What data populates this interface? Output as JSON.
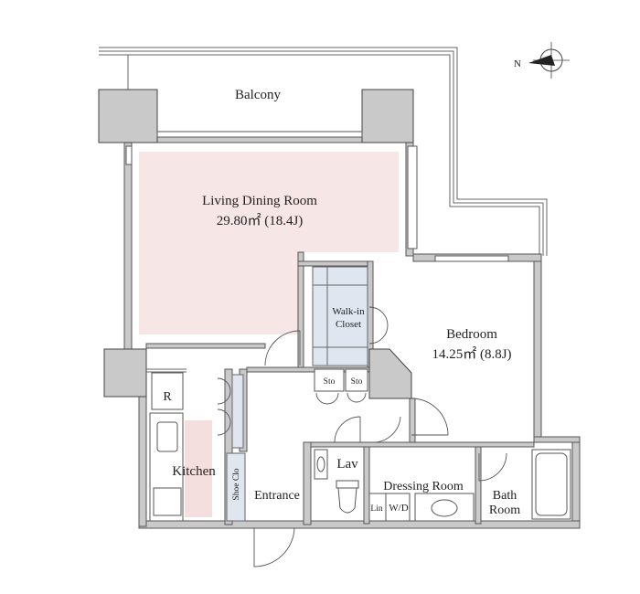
{
  "rooms": {
    "balcony": "Balcony",
    "ldr_name": "Living Dining Room",
    "ldr_area": "29.80㎡ (18.4J)",
    "bedroom_name": "Bedroom",
    "bedroom_area": "14.25㎡ (8.8J)",
    "walkin_line1": "Walk-in",
    "walkin_line2": "Closet",
    "sto1": "Sto",
    "sto2": "Sto",
    "refrigerator": "R",
    "kitchen": "Kitchen",
    "shoe_closet": "Shoe Clo",
    "entrance": "Entrance",
    "lav": "Lav",
    "dressing_room": "Dressing Room",
    "linen": "Lin",
    "washer_dryer": "W/D",
    "bath_line1": "Bath",
    "bath_line2": "Room"
  },
  "compass": {
    "north_letter": "N"
  },
  "colors": {
    "living_fill": "#f6e7e6",
    "closet_fill": "#dfe6ef",
    "wall_fill": "#c9c9c9"
  }
}
